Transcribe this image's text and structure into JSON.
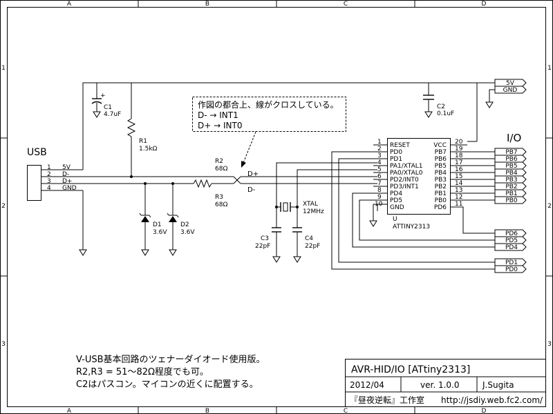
{
  "border": {
    "cols": [
      "A",
      "B",
      "C",
      "D"
    ],
    "rows": [
      "1",
      "2",
      "3"
    ]
  },
  "note": {
    "line1": "作図の都合上、線がクロスしている。",
    "line2": "D- → INT1",
    "line3": "D+ → INT0"
  },
  "usb": {
    "title": "USB",
    "pins": [
      {
        "num": "1",
        "name": "5V"
      },
      {
        "num": "2",
        "name": "D-"
      },
      {
        "num": "3",
        "name": "D+"
      },
      {
        "num": "4",
        "name": "GND"
      }
    ]
  },
  "components": {
    "C1": {
      "ref": "C1",
      "value": "4.7uF",
      "polarity": "+"
    },
    "C2": {
      "ref": "C2",
      "value": "0.1uF"
    },
    "C3": {
      "ref": "C3",
      "value": "22pF"
    },
    "C4": {
      "ref": "C4",
      "value": "22pF"
    },
    "R1": {
      "ref": "R1",
      "value": "1.5kΩ"
    },
    "R2": {
      "ref": "R2",
      "value": "68Ω"
    },
    "R3": {
      "ref": "R3",
      "value": "68Ω"
    },
    "D1": {
      "ref": "D1",
      "value": "3.6V"
    },
    "D2": {
      "ref": "D2",
      "value": "3.6V"
    },
    "XTAL": {
      "ref": "XTAL",
      "value": "12MHz"
    }
  },
  "nets": {
    "dplus": "D+",
    "dminus": "D-"
  },
  "mcu": {
    "ref": "U",
    "part": "ATTINY2313",
    "left": [
      {
        "num": "1",
        "name": "RESET"
      },
      {
        "num": "2",
        "name": "PD0"
      },
      {
        "num": "3",
        "name": "PD1"
      },
      {
        "num": "4",
        "name": "PA1/XTAL1"
      },
      {
        "num": "5",
        "name": "PA0/XTAL0"
      },
      {
        "num": "6",
        "name": "PD2/INT0"
      },
      {
        "num": "7",
        "name": "PD3/INT1"
      },
      {
        "num": "8",
        "name": "PD4"
      },
      {
        "num": "9",
        "name": "PD5"
      },
      {
        "num": "10",
        "name": "GND"
      }
    ],
    "right": [
      {
        "num": "20",
        "name": "VCC"
      },
      {
        "num": "19",
        "name": "PB7"
      },
      {
        "num": "18",
        "name": "PB6"
      },
      {
        "num": "17",
        "name": "PB5"
      },
      {
        "num": "16",
        "name": "PB4"
      },
      {
        "num": "15",
        "name": "PB3"
      },
      {
        "num": "14",
        "name": "PB2"
      },
      {
        "num": "13",
        "name": "PB1"
      },
      {
        "num": "12",
        "name": "PB0"
      },
      {
        "num": "11",
        "name": "PD6"
      }
    ]
  },
  "power_ports": [
    "5V",
    "GND"
  ],
  "io_header": "I/O",
  "io_ports": [
    "PB7",
    "PB6",
    "PB5",
    "PB4",
    "PB3",
    "PB2",
    "PB1",
    "PB0"
  ],
  "pd_ports": [
    "PD6",
    "PD5",
    "PD4",
    "PD1",
    "PD0"
  ],
  "description": {
    "line1": "V-USB基本回路のツェナーダイオード使用版。",
    "line2": "R2,R3 = 51〜82Ω程度でも可。",
    "line3": "C2はパスコン。マイコンの近くに配置する。"
  },
  "title_block": {
    "title": "AVR-HID/IO [ATtiny2313]",
    "date": "2012/04",
    "version": "ver. 1.0.0",
    "author": "J.Sugita",
    "studio": "『昼夜逆転』工作室",
    "url": "http://jsdiy.web.fc2.com/"
  }
}
